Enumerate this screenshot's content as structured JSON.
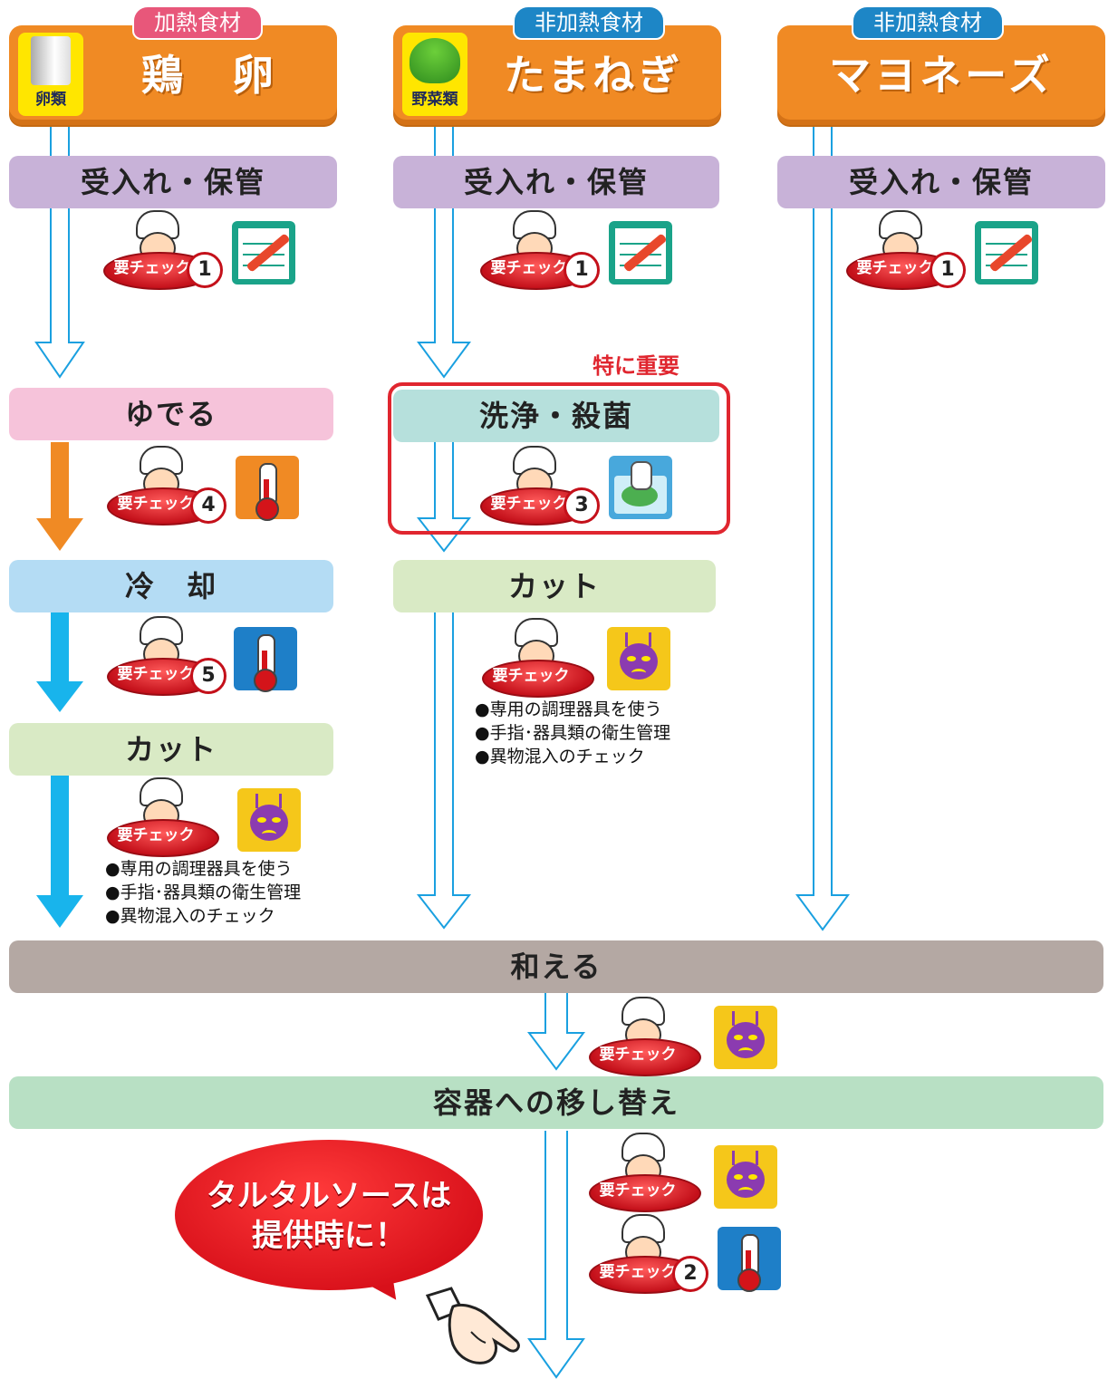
{
  "columns": {
    "egg": {
      "tab": "加熱食材",
      "title": "鶏　卵",
      "category": "卵類",
      "steps": {
        "receive": "受入れ・保管",
        "boil": "ゆでる",
        "cool": "冷　却",
        "cut": "カット"
      },
      "notes": [
        "専用の調理器具を使う",
        "手指･器具類の衛生管理",
        "異物混入のチェック"
      ]
    },
    "onion": {
      "tab": "非加熱食材",
      "title": "たまねぎ",
      "category": "野菜類",
      "steps": {
        "receive": "受入れ・保管",
        "wash": "洗浄・殺菌",
        "cut": "カット"
      },
      "important_label": "特に重要",
      "notes": [
        "専用の調理器具を使う",
        "手指･器具類の衛生管理",
        "異物混入のチェック"
      ]
    },
    "mayo": {
      "tab": "非加熱食材",
      "title": "マヨネーズ",
      "steps": {
        "receive": "受入れ・保管"
      }
    }
  },
  "shared_steps": {
    "mix": "和える",
    "transfer": "容器への移し替え"
  },
  "check": {
    "label": "要チェック",
    "numbers": {
      "one": "1",
      "two": "2",
      "three": "3",
      "four": "4",
      "five": "5"
    }
  },
  "callout": {
    "line1": "タルタルソースは",
    "line2": "提供時に！"
  },
  "colors": {
    "header": "#f08a24",
    "tab_heated": "#e8577a",
    "tab_unheated": "#1d86c6",
    "important": "#e0262f"
  },
  "icons": [
    "checklist-icon",
    "thermometer-icon",
    "germ-icon",
    "washing-icon",
    "pointing-hand-icon",
    "chef-icon"
  ]
}
